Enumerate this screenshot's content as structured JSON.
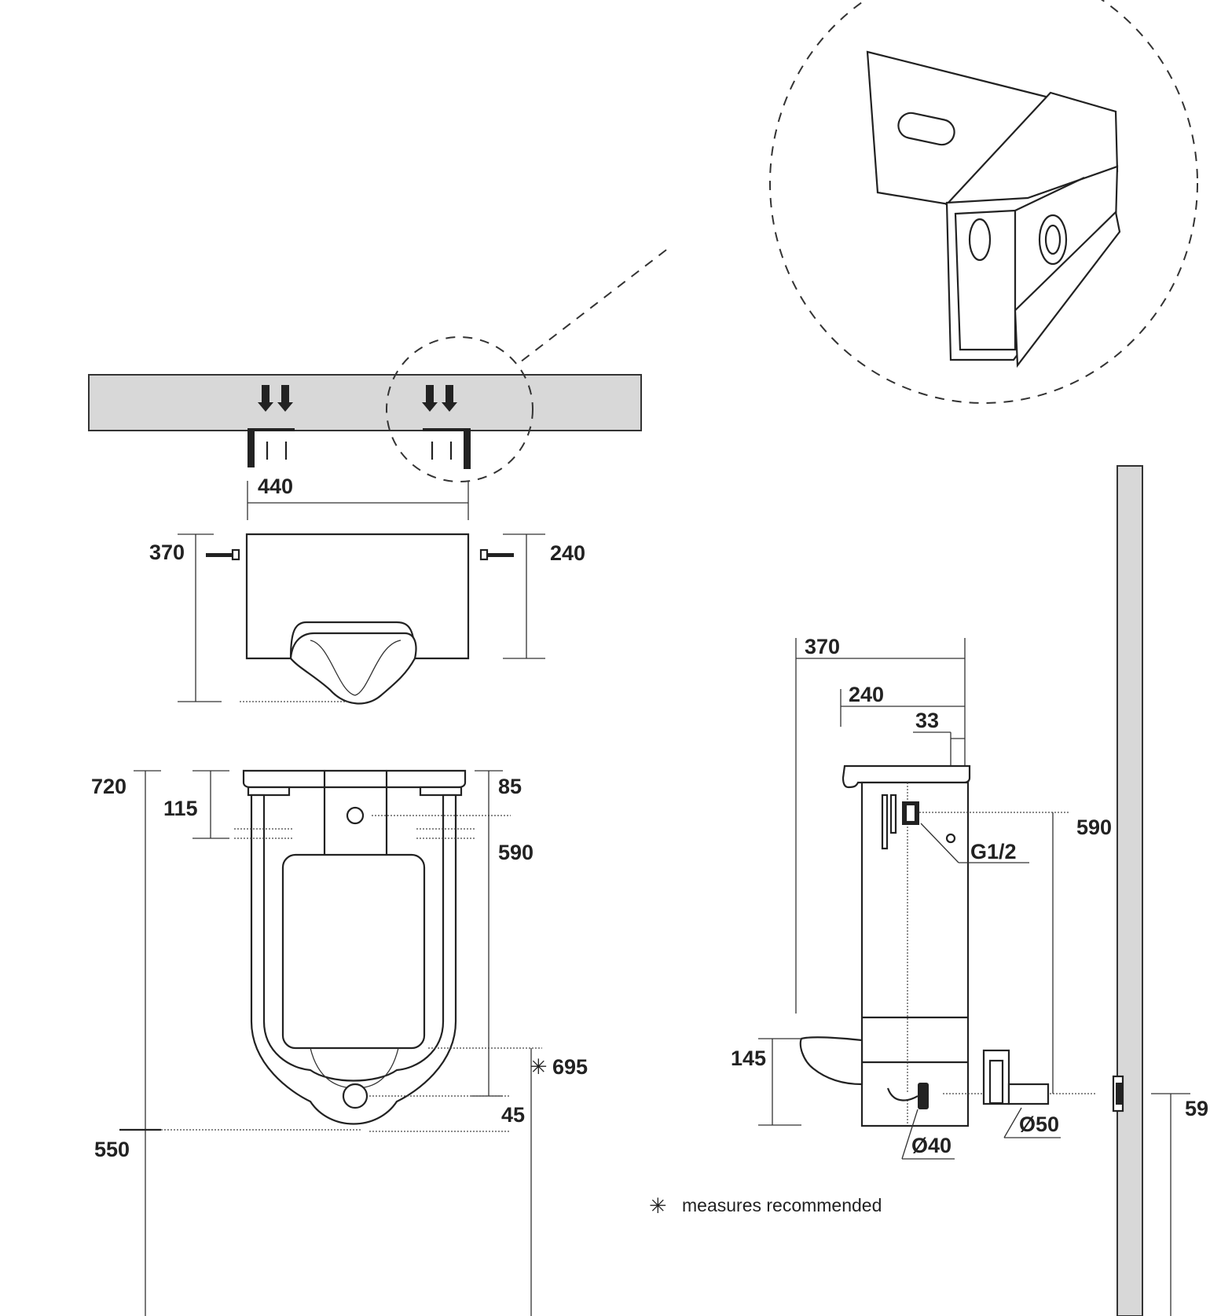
{
  "front_view": {
    "dim_width": "440",
    "dim_depth_left": "370",
    "dim_depth_right": "240",
    "dim_total_height": "720",
    "dim_top_offset": "115",
    "dim_rim": "85",
    "dim_inlet_drop": "590",
    "dim_outlet_height": "695",
    "dim_outlet_offset": "45",
    "dim_floor_rim": "550"
  },
  "side_view": {
    "dim_depth_total": "370",
    "dim_depth_body": "240",
    "dim_inlet_offset": "33",
    "dim_inlet_height": "590",
    "label_inlet_thread": "G1/2",
    "dim_bowl_height": "145",
    "label_outlet_dia": "Ø40",
    "label_drain_dia": "Ø50",
    "dim_cut_right": "59"
  },
  "legend": {
    "symbol": "✳",
    "text": "measures recommended"
  }
}
